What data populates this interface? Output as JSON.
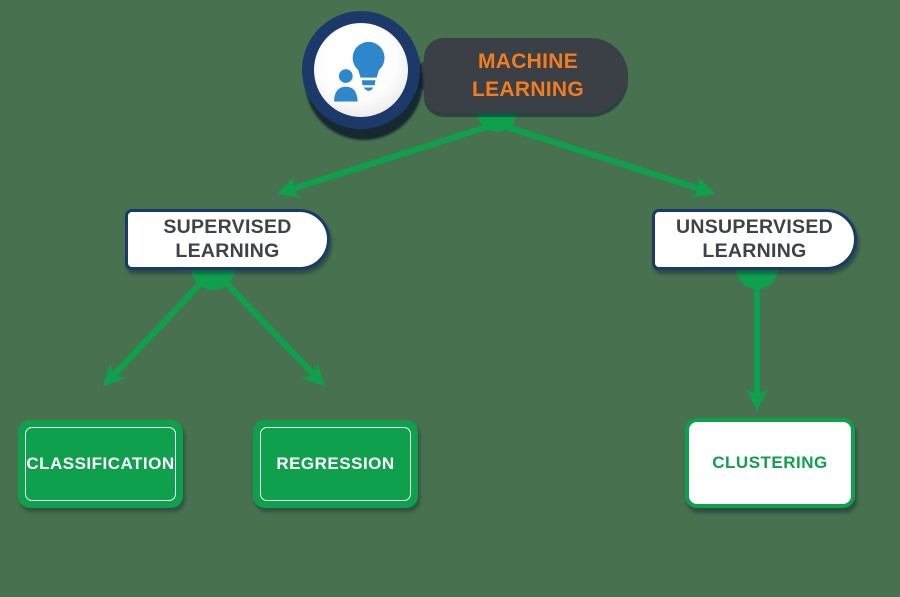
{
  "title": "Machine Learning taxonomy diagram",
  "colors": {
    "background": "#47714F",
    "green": "#0FA04E",
    "navy": "#1C3A69",
    "charcoal": "#3A4045",
    "orange": "#F47C20",
    "blue": "#2F87CB",
    "dark_text": "#3E4347"
  },
  "icons": {
    "root": "lightbulb-person-icon"
  },
  "nodes": {
    "root": {
      "label": "MACHINE LEARNING"
    },
    "supervised": {
      "label": "SUPERVISED LEARNING"
    },
    "unsupervised": {
      "label": "UNSUPERVISED LEARNING"
    },
    "classification": {
      "label": "CLASSIFICATION"
    },
    "regression": {
      "label": "REGRESSION"
    },
    "clustering": {
      "label": "CLUSTERING"
    }
  },
  "edges": [
    {
      "from": "MACHINE LEARNING",
      "to": "SUPERVISED LEARNING"
    },
    {
      "from": "MACHINE LEARNING",
      "to": "UNSUPERVISED LEARNING"
    },
    {
      "from": "SUPERVISED LEARNING",
      "to": "CLASSIFICATION"
    },
    {
      "from": "SUPERVISED LEARNING",
      "to": "REGRESSION"
    },
    {
      "from": "UNSUPERVISED LEARNING",
      "to": "CLUSTERING"
    }
  ]
}
